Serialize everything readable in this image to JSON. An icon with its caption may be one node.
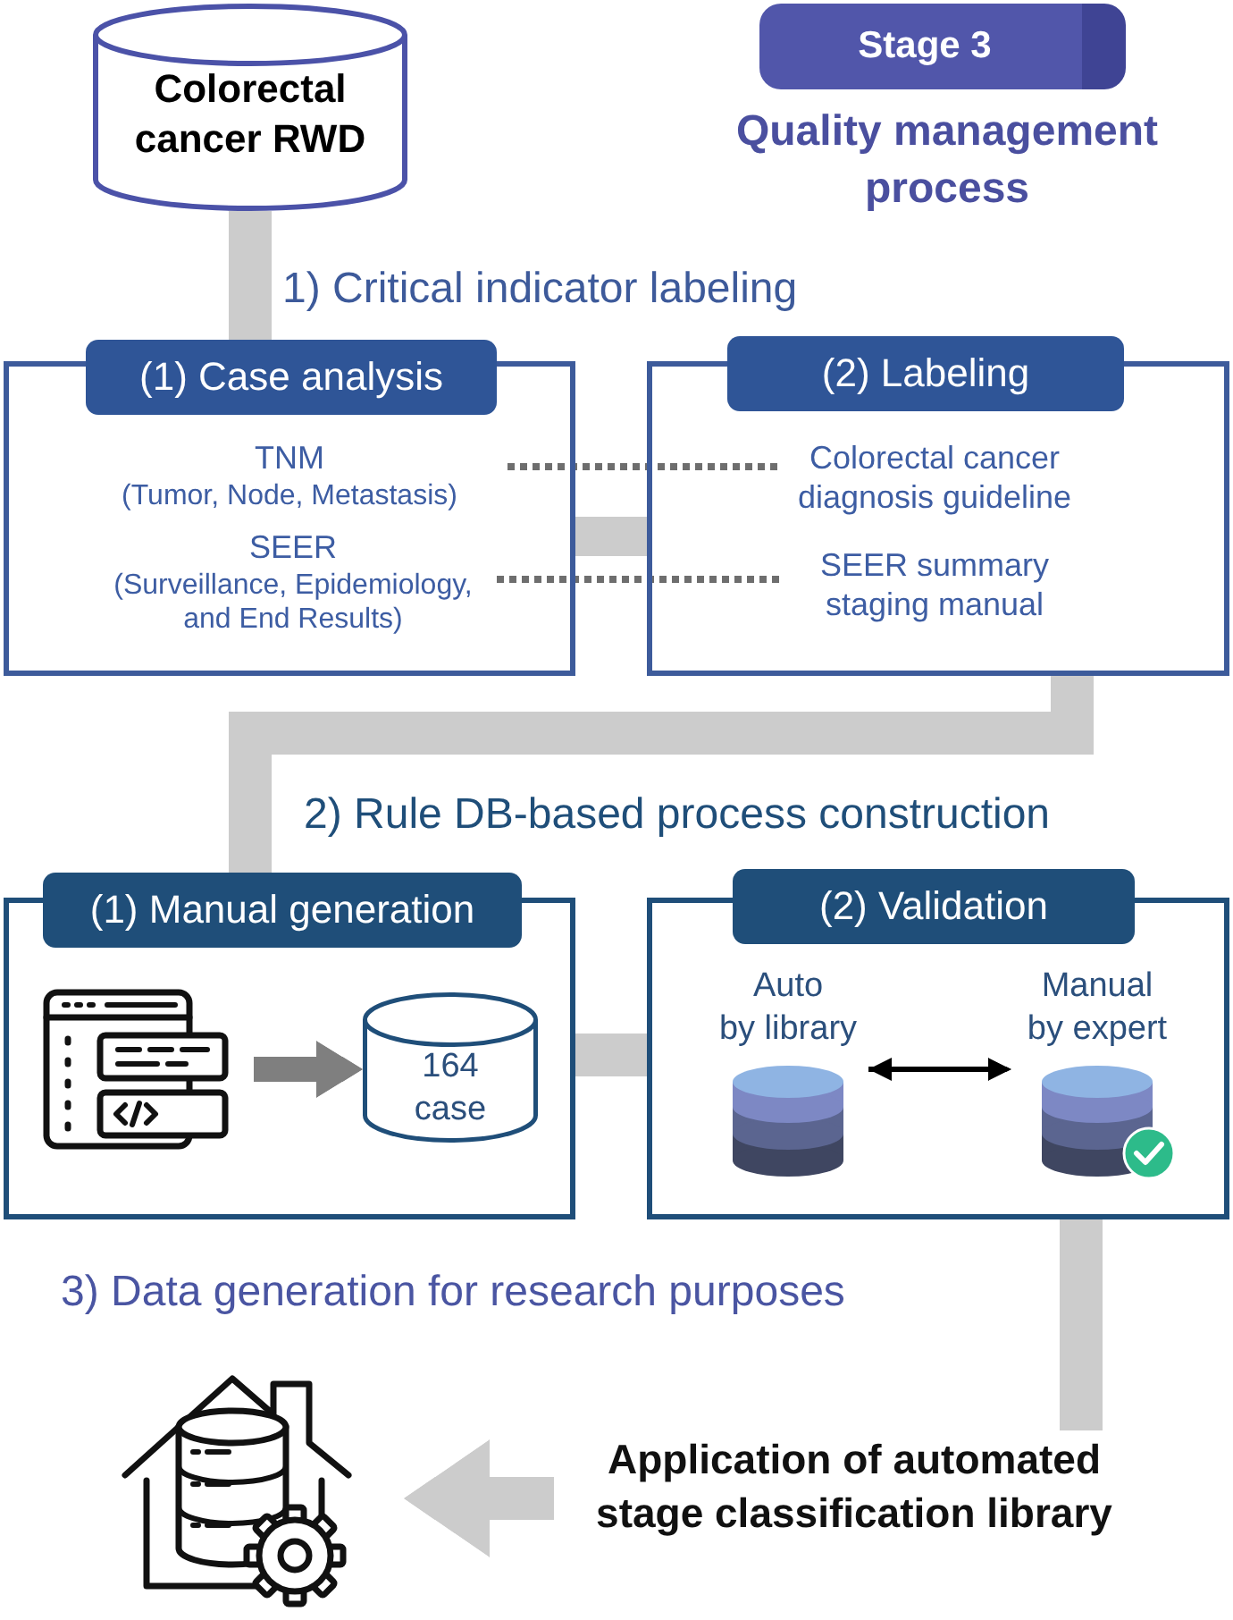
{
  "diagram": {
    "nodes": [
      {
        "text": [
          "Colorectal cancer RWD"
        ]
      },
      {
        "text": [
          "Stage 3"
        ],
        "beside": [
          "Quality management process"
        ]
      },
      {
        "text": [
          "(1) Case analysis"
        ]
      },
      {
        "text": [
          "TNM",
          "(Tumor, Node, Metastasis)"
        ],
        "in": 2
      },
      {
        "text": [
          "SEER",
          "(Surveillance, Epidemiology, and End Results)"
        ],
        "in": 2
      },
      {
        "text": [
          "(2) Labeling"
        ]
      },
      {
        "text": [
          "Colorectal cancer diagnosis guideline"
        ],
        "in": 5
      },
      {
        "text": [
          "SEER summary staging manual"
        ],
        "in": 5
      },
      {
        "text": [
          "(1) Manual generation"
        ]
      },
      {
        "text": [],
        "shape": "picture",
        "in": 8
      },
      {
        "text": [
          "164 case"
        ],
        "in": 8
      },
      {
        "text": [
          "(2) Validation"
        ]
      },
      {
        "text": [
          "Auto",
          "by library"
        ],
        "in": 11
      },
      {
        "text": [
          "Manual",
          "by expert"
        ],
        "in": 11
      },
      {
        "text": [],
        "shape": "picture"
      }
    ],
    "edges": [
      {
        "from": 0,
        "to": 2,
        "arrow": "none"
      },
      {
        "from": 2,
        "to": 5,
        "arrow": "none"
      },
      {
        "from": 3,
        "to": 6,
        "arrow": "none",
        "style": "dashed",
        "color": "#6e6e6e"
      },
      {
        "from": 4,
        "to": 7,
        "arrow": "none",
        "style": "dashed",
        "color": "#6e6e6e"
      },
      {
        "from": 5,
        "to": 8,
        "arrow": "none"
      },
      {
        "from": 8,
        "to": 11,
        "arrow": "none"
      },
      {
        "from": 9,
        "to": 10,
        "arrow": "to",
        "color": "#7f7f7f"
      },
      {
        "from": 12,
        "to": 13,
        "arrow": "both",
        "color": "#000000"
      },
      {
        "from": 11,
        "to": 14,
        "arrow": "to",
        "label": "Application of automated stage classification library"
      }
    ],
    "labels": [
      "1) Critical indicator labeling",
      "2) Rule DB-based process construction",
      "3) Data generation for research purposes"
    ]
  }
}
